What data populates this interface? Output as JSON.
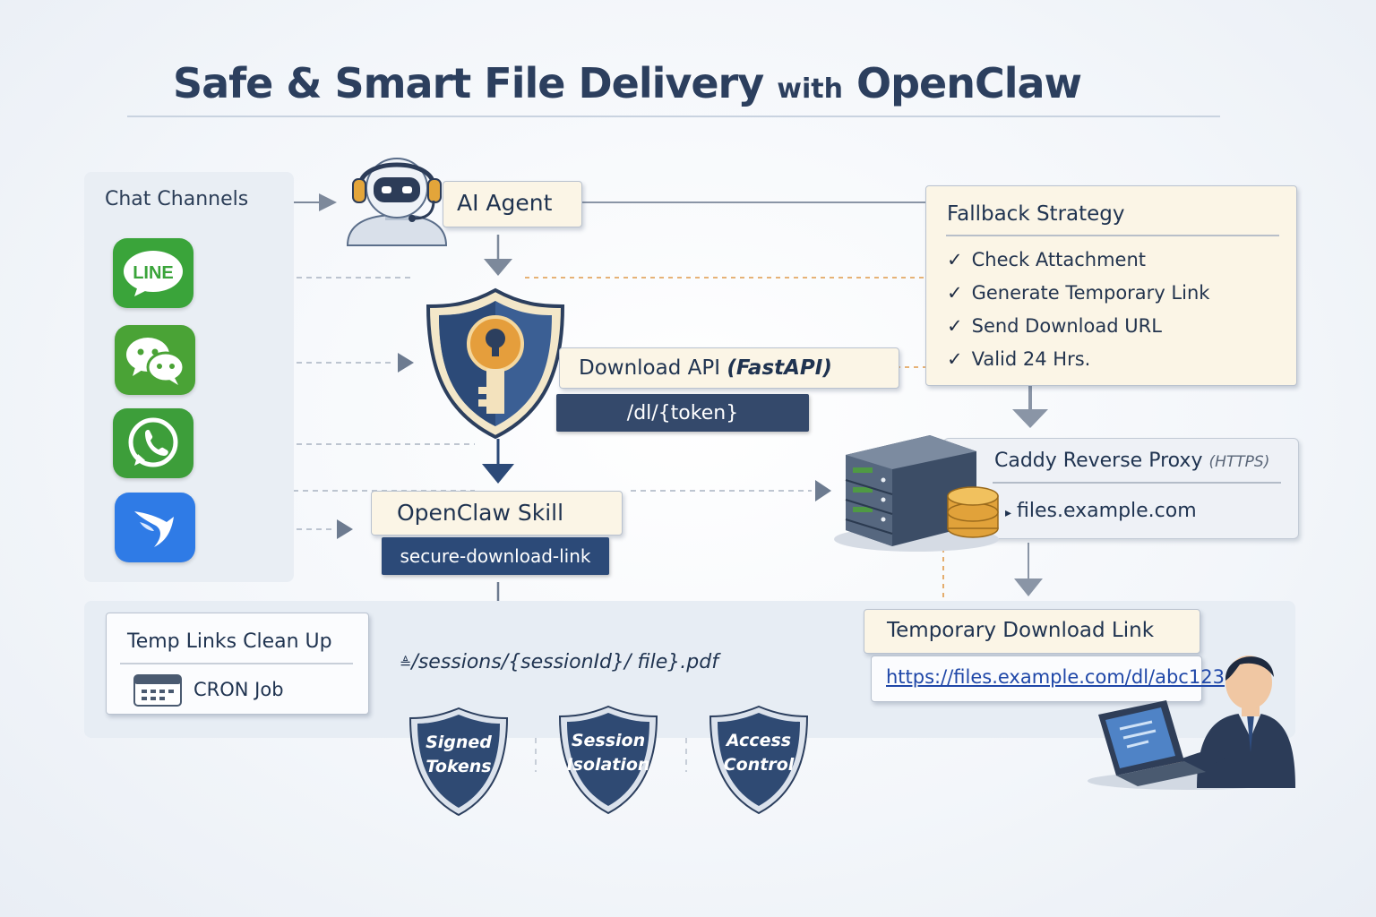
{
  "title": {
    "main": "Safe & Smart File Delivery",
    "with": "with",
    "brand": "OpenClaw"
  },
  "channels": {
    "label": "Chat Channels",
    "items": [
      {
        "name": "LINE",
        "icon": "line-icon",
        "color": "#3aa43a"
      },
      {
        "name": "WeChat",
        "icon": "wechat-icon",
        "color": "#4aa336"
      },
      {
        "name": "WhatsApp",
        "icon": "whatsapp-icon",
        "color": "#3d9e3a"
      },
      {
        "name": "Lark",
        "icon": "lark-icon",
        "color": "#2f7be6"
      }
    ],
    "line_text": "LINE"
  },
  "ai_agent": {
    "label": "AI Agent",
    "icon": "robot-agent-icon"
  },
  "download_api": {
    "label": "Download API",
    "framework": "(FastAPI)",
    "route": "/dl/{token}",
    "icon": "shield-key-icon"
  },
  "skill": {
    "label": "OpenClaw Skill",
    "name": "secure-download-link"
  },
  "fallback": {
    "title": "Fallback Strategy",
    "items": [
      "Check Attachment",
      "Generate Temporary Link",
      "Send Download URL",
      "Valid 24 Hrs."
    ]
  },
  "caddy": {
    "title": "Caddy Reverse Proxy",
    "protocol": "(HTTPS)",
    "domain": "files.example.com",
    "icon": "server-database-icon"
  },
  "temp_link": {
    "title": "Temporary Download Link",
    "url": "https://files.example.com/dl/abc123"
  },
  "cleanup": {
    "title": "Temp Links Clean Up",
    "job": "CRON Job",
    "icon": "calendar-icon"
  },
  "path": {
    "text": "/sessions/{sessionId}/ file}.pdf"
  },
  "badges": [
    {
      "line1": "Signed",
      "line2": "Tokens"
    },
    {
      "line1": "Session",
      "line2": "Isolation"
    },
    {
      "line1": "Access",
      "line2": "Control"
    }
  ],
  "user": {
    "icon": "user-laptop-icon"
  },
  "colors": {
    "navy": "#2c4a78",
    "cream": "#fbf5e6",
    "orange_dash": "#e09a4a",
    "accent_gold": "#e3a53a"
  }
}
